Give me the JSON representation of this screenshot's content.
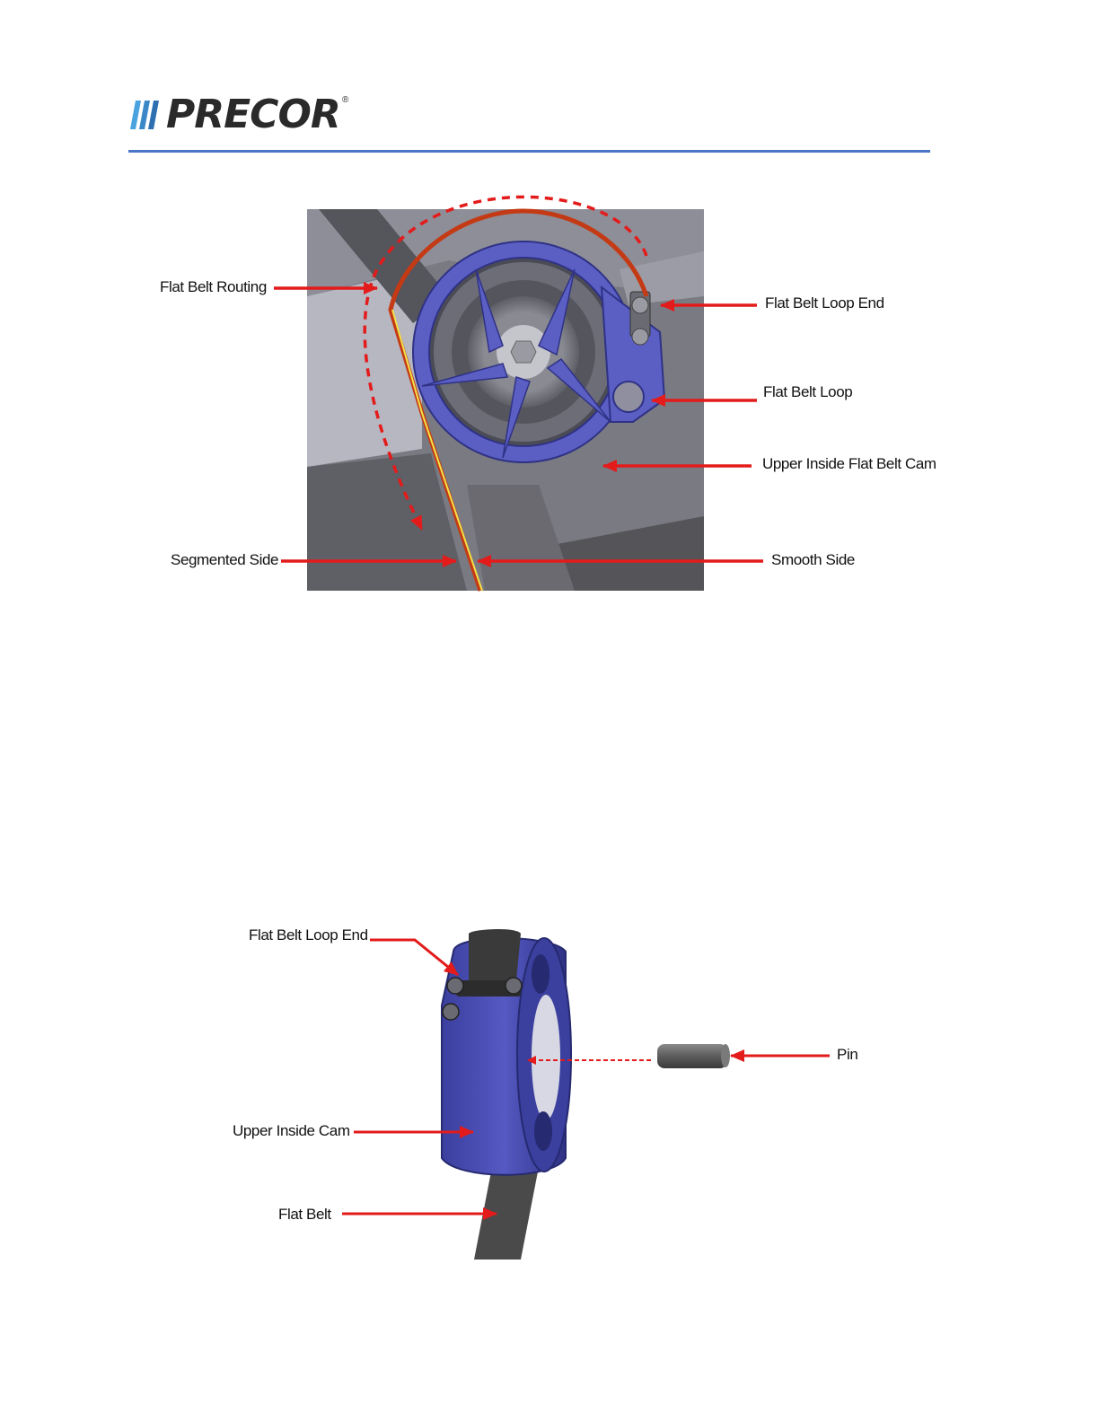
{
  "header": {
    "logo_text": "PRECOR",
    "logo_mark": "®",
    "rule_color": "#4a76c6"
  },
  "figure1": {
    "labels": {
      "flat_belt_routing": "Flat Belt Routing",
      "flat_belt_loop_end": "Flat Belt Loop End",
      "flat_belt_loop": "Flat Belt Loop",
      "upper_inside_flat_belt_cam": "Upper Inside Flat Belt Cam",
      "segmented_side": "Segmented Side",
      "smooth_side": "Smooth Side"
    }
  },
  "figure2": {
    "labels": {
      "flat_belt_loop_end": "Flat Belt Loop End",
      "pin": "Pin",
      "upper_inside_cam": "Upper Inside Cam",
      "flat_belt": "Flat Belt"
    }
  },
  "colors": {
    "arrow": "#e31b1b",
    "cam": "#5b5fc4",
    "belt_dark": "#4a4a4a",
    "belt_highlight": "#f2e24a"
  }
}
